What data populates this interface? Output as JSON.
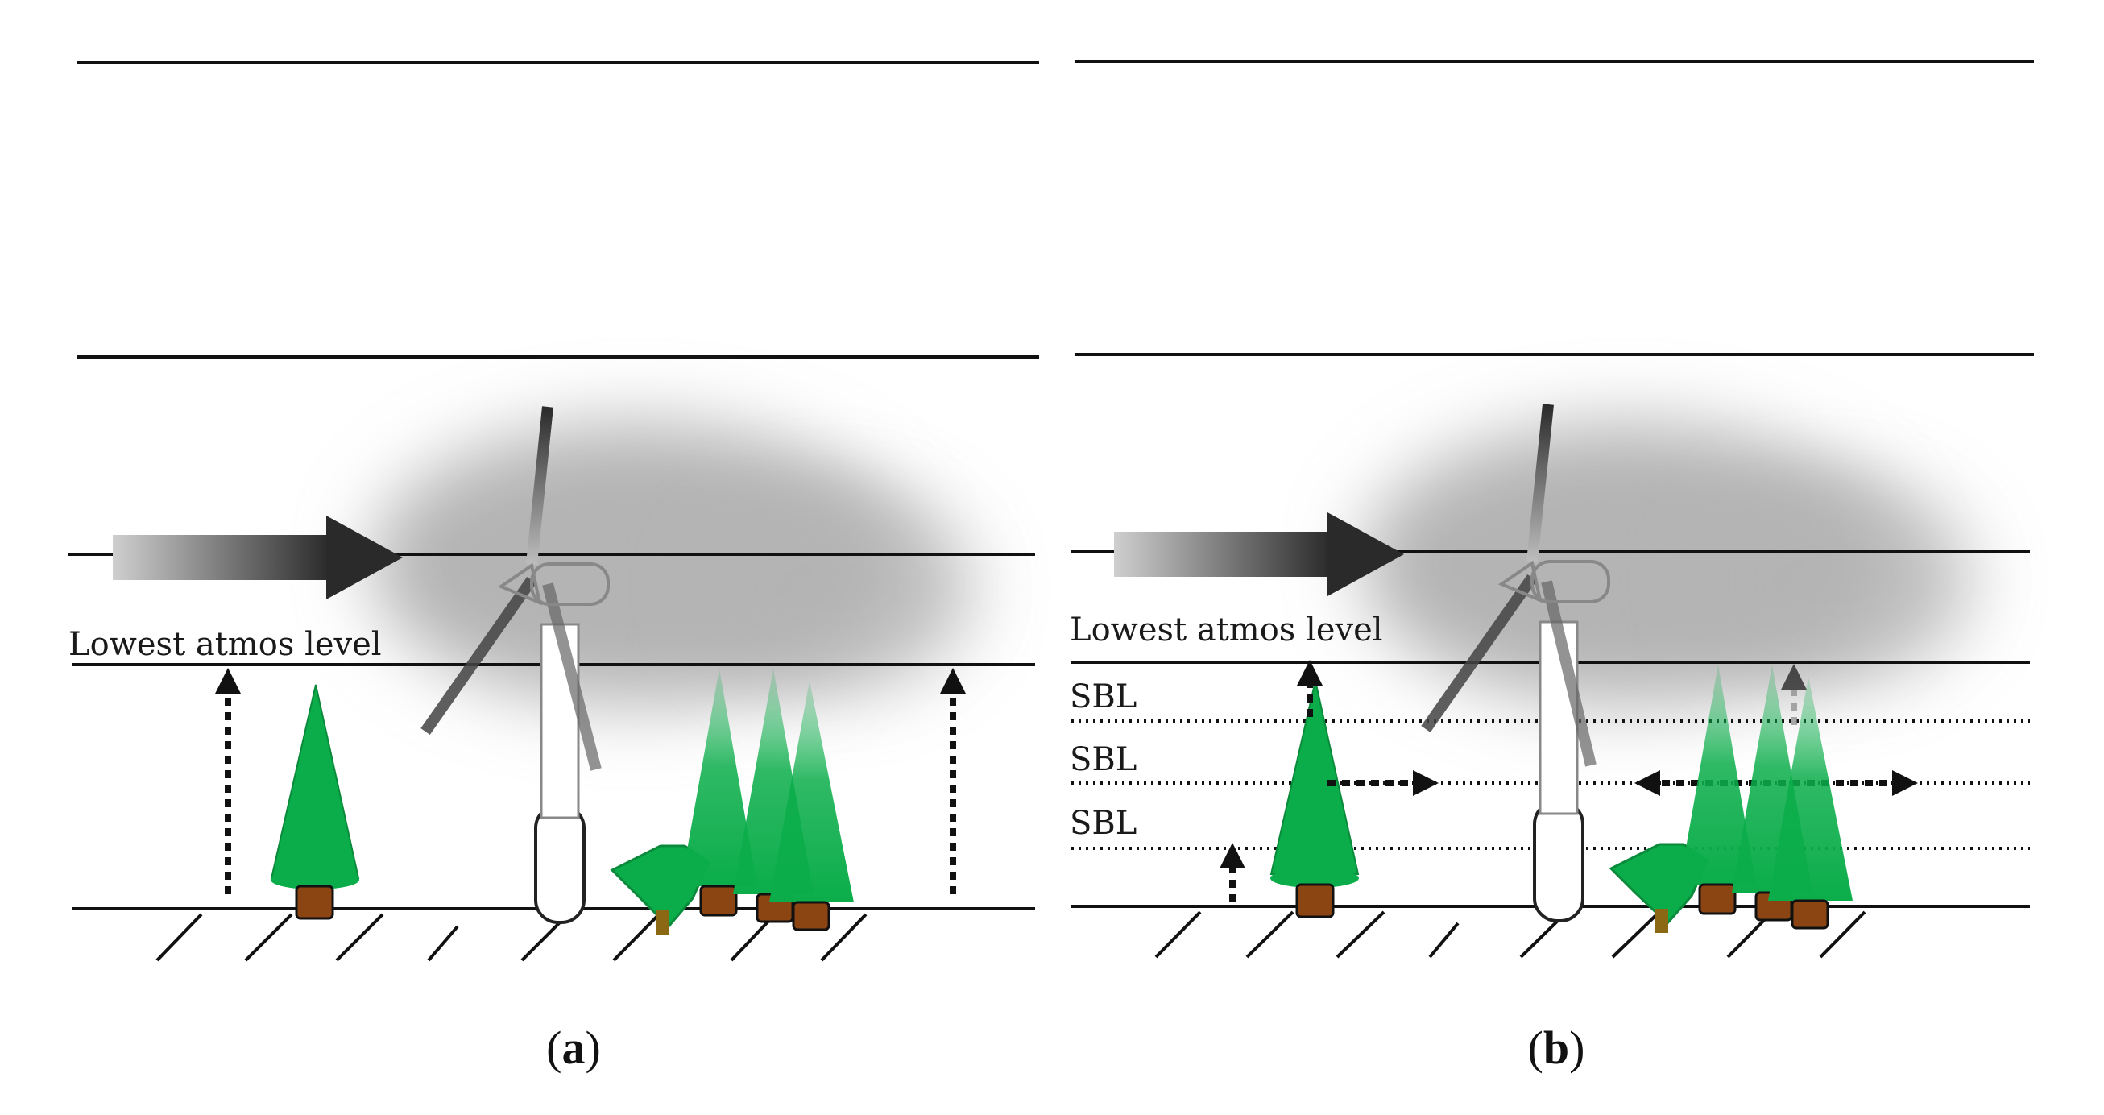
{
  "panels": [
    {
      "caption_letter": "a",
      "lowest_level_label": "Lowest atmos level",
      "sbl_labels": []
    },
    {
      "caption_letter": "b",
      "lowest_level_label": "Lowest atmos level",
      "sbl_labels": [
        "SBL",
        "SBL",
        "SBL"
      ]
    }
  ],
  "colors": {
    "tree_green": "#0bad4a",
    "trunk_brown": "#8b4513",
    "wake_gray": "#b4b4b4",
    "line_black": "#111111"
  }
}
